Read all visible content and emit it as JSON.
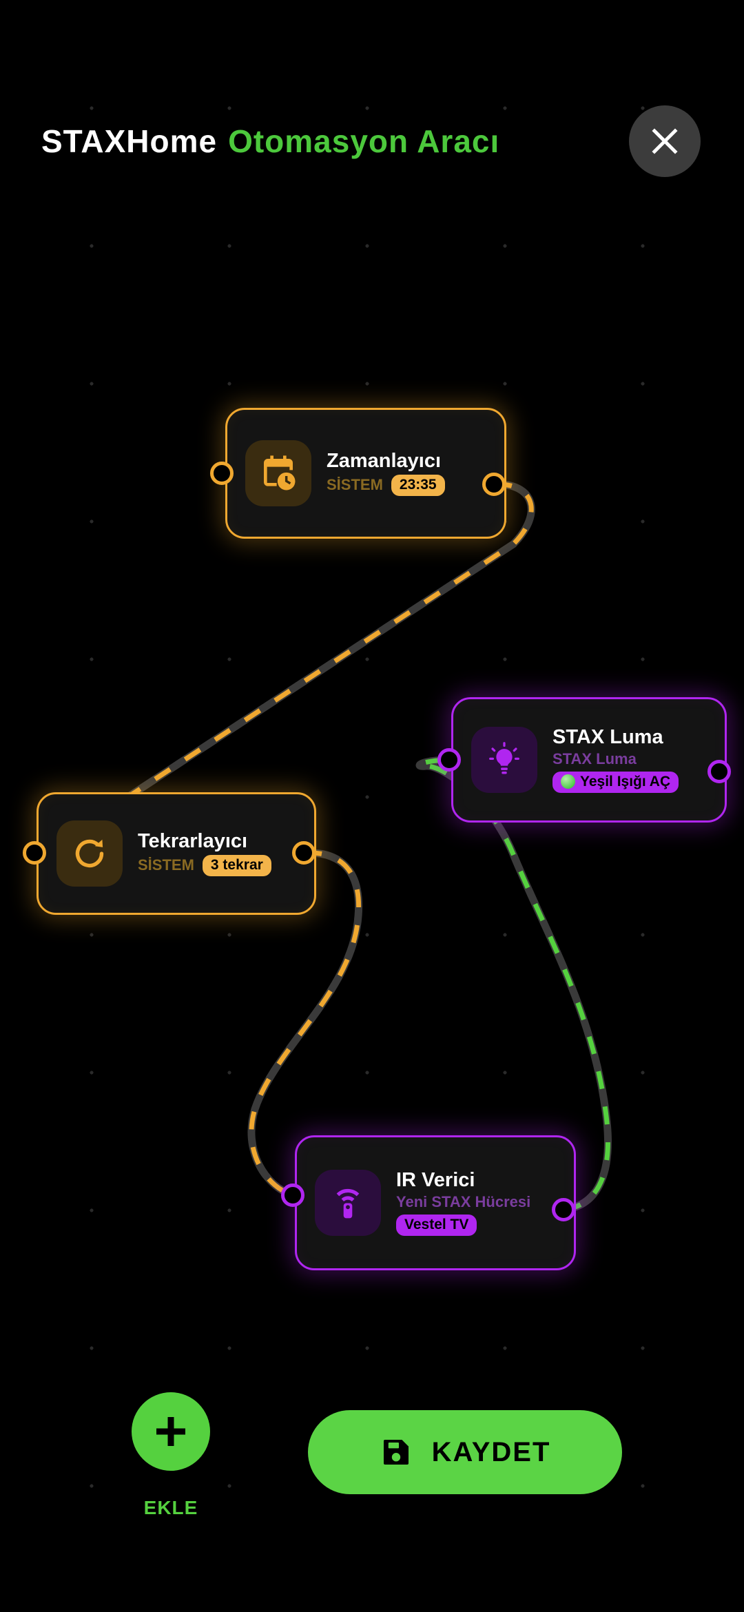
{
  "header": {
    "title_main": "STAXHome",
    "title_accent": "Otomasyon Aracı",
    "close_label": "×"
  },
  "theme": {
    "background": "#000000",
    "accent_green": "#4cc83c",
    "accent_orange": "#f0a830",
    "accent_purple": "#b026f0",
    "button_green": "#5bd445"
  },
  "nodes": [
    {
      "id": "zamanlayici",
      "title": "Zamanlayıcı",
      "subtitle": "SİSTEM",
      "badge": "23:35",
      "icon": "calendar-clock-icon",
      "color": "orange"
    },
    {
      "id": "tekrarlayici",
      "title": "Tekrarlayıcı",
      "subtitle": "SİSTEM",
      "badge": "3 tekrar",
      "icon": "refresh-icon",
      "color": "orange"
    },
    {
      "id": "stax-luma",
      "title": "STAX Luma",
      "subtitle": "STAX Luma",
      "badge": "Yeşil Işığı AÇ",
      "badge_dot": true,
      "icon": "lightbulb-icon",
      "color": "purple"
    },
    {
      "id": "ir-verici",
      "title": "IR Verici",
      "subtitle": "Yeni STAX Hücresi",
      "badge": "Vestel TV",
      "icon": "ir-remote-icon",
      "color": "purple"
    }
  ],
  "bottom_bar": {
    "add_label": "EKLE",
    "add_icon": "plus-icon",
    "save_label": "KAYDET",
    "save_icon": "floppy-disk-icon"
  }
}
